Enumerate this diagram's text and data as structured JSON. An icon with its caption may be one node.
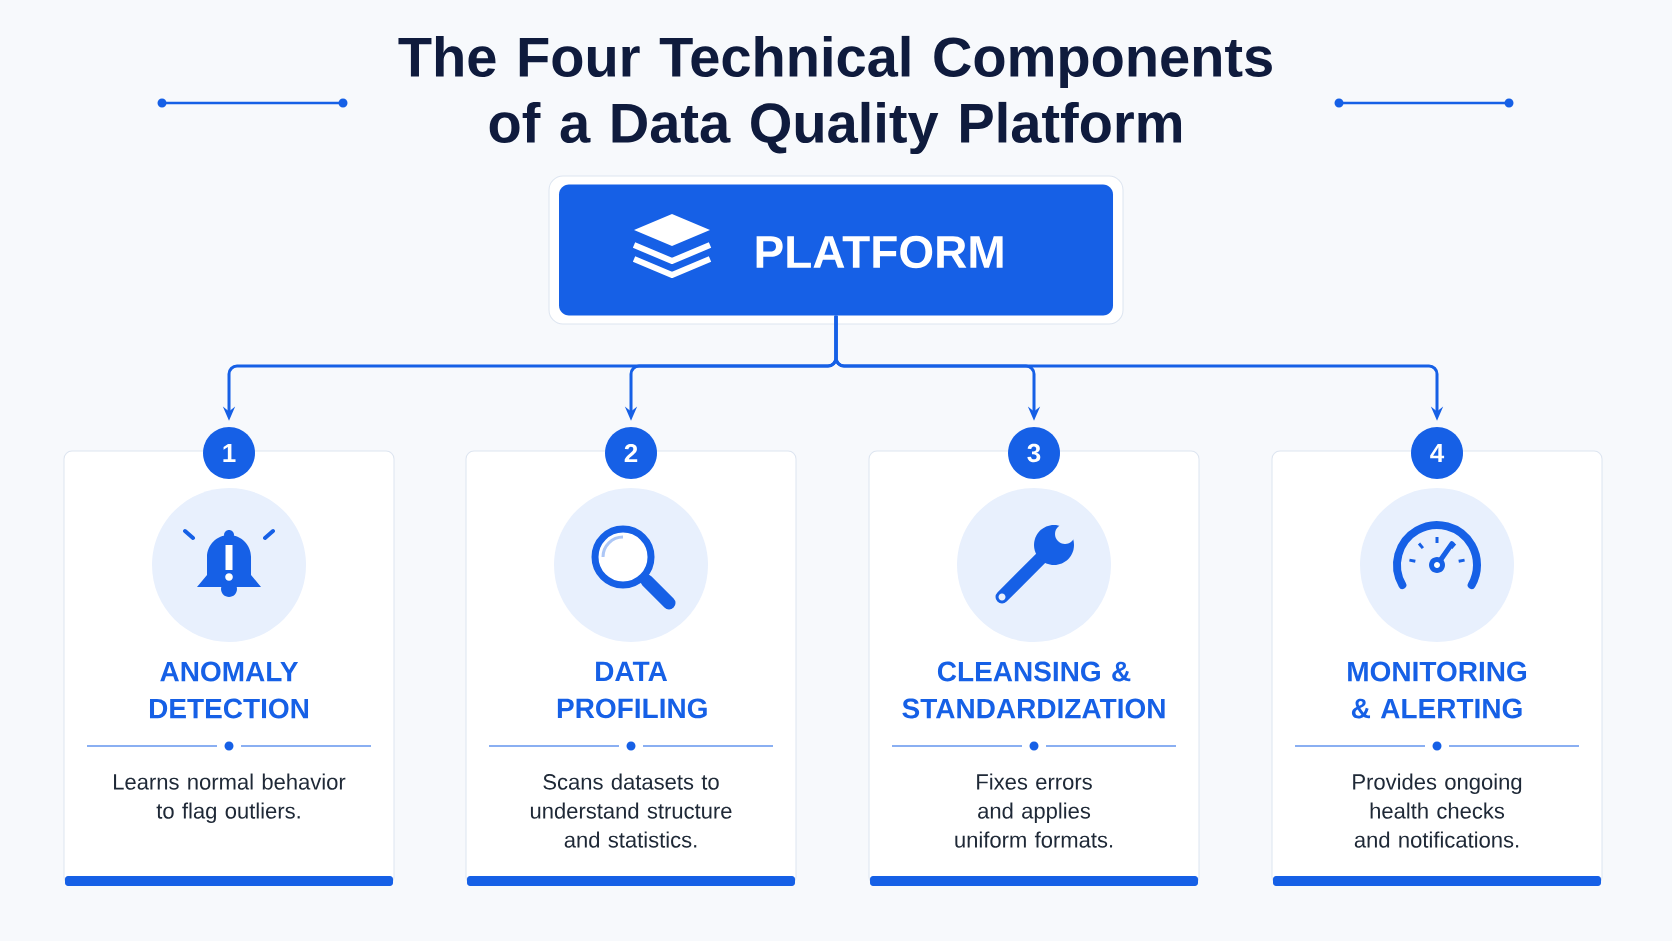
{
  "diagram": {
    "title": "The Four Technical Components of a Data Quality Platform",
    "nodes": [
      {
        "text": [
          "PLATFORM"
        ]
      },
      {
        "text": [
          "1"
        ]
      },
      {
        "text": [
          "ANOMALY DETECTION",
          "Learns normal behavior to flag outliers."
        ]
      },
      {
        "text": [
          "2"
        ]
      },
      {
        "text": [
          "DATA PROFILING",
          "Scans datasets to understand structure and statistics."
        ]
      },
      {
        "text": [
          "3"
        ]
      },
      {
        "text": [
          "CLEANSING & STANDARDIZATION",
          "Fixes errors and applies uniform formats."
        ]
      },
      {
        "text": [
          "4"
        ]
      },
      {
        "text": [
          "MONITORING & ALERTING",
          "Provides ongoing health checks and notifications."
        ]
      }
    ],
    "edges": [
      {
        "from": 0,
        "to": 1,
        "arrow": "to"
      },
      {
        "from": 0,
        "to": 3,
        "arrow": "to"
      },
      {
        "from": 0,
        "to": 5,
        "arrow": "to"
      },
      {
        "from": 0,
        "to": 7,
        "arrow": "to"
      }
    ]
  }
}
